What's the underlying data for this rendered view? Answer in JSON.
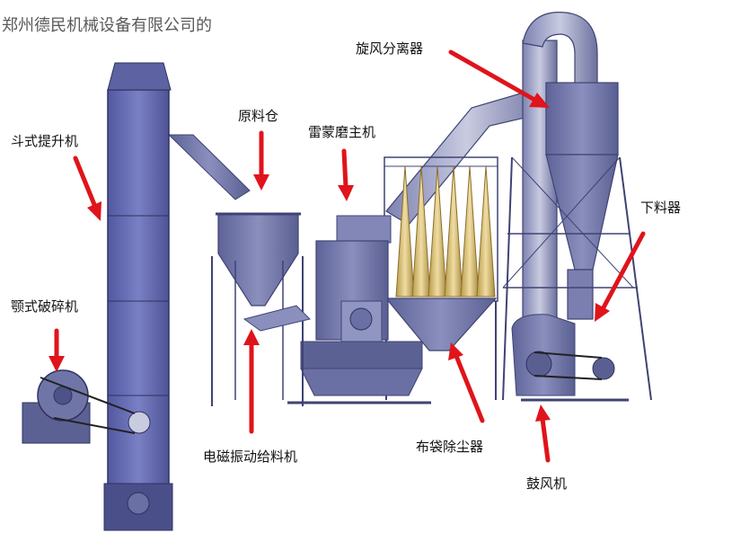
{
  "watermark": "郑州德民机械设备有限公司的",
  "labels": {
    "cyclone": "旋风分离器",
    "raw_bin": "原料仓",
    "main_mill": "雷蒙磨主机",
    "bucket_elevator": "斗式提升机",
    "discharger": "下料器",
    "jaw_crusher": "颚式破碎机",
    "vibrating_feeder": "电磁振动给料机",
    "bag_filter": "布袋除尘器",
    "blower": "鼓风机"
  },
  "colors": {
    "machine_fill": "#6e73a8",
    "machine_dark": "#3f4373",
    "arrow": "#e0141b",
    "bag": "#d8c07a"
  }
}
